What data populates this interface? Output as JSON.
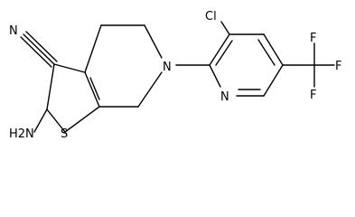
{
  "structure": {
    "atom_labels": {
      "nitrile_n": "N",
      "chlorine": "Cl",
      "ring_nitrogen": "N",
      "pyridine_nitrogen": "N",
      "sulfur": "S",
      "amino": "H2N",
      "fluorine_top": "F",
      "fluorine_right": "F",
      "fluorine_bottom": "F"
    }
  }
}
